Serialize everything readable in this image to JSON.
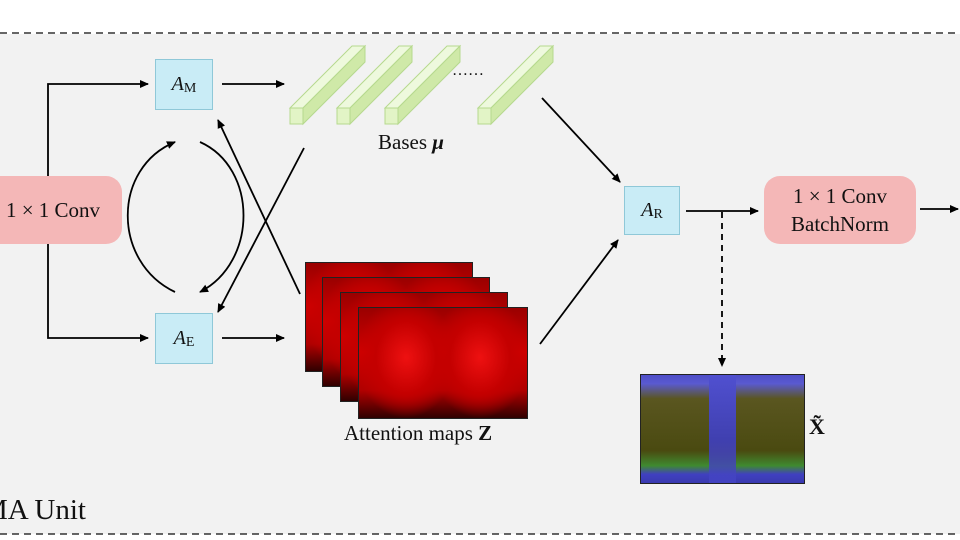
{
  "title": "MA Unit",
  "conv_in": "1  × 1 Conv",
  "a_m": {
    "letter": "A",
    "sub": "M"
  },
  "a_e": {
    "letter": "A",
    "sub": "E"
  },
  "a_r": {
    "letter": "A",
    "sub": "R"
  },
  "bases": {
    "label": "Bases",
    "symbol": "μ",
    "ellipsis": "……"
  },
  "attention": {
    "label": "Attention maps",
    "symbol": "Z"
  },
  "conv_out": {
    "line1": "1  × 1 Conv",
    "line2": "BatchNorm"
  },
  "output_symbol": "X̃",
  "colors": {
    "module_box": "#c9ecf6",
    "conv_pill": "#f4b7b7",
    "base_fill": "#d9f0b8",
    "heat": "#dd0000",
    "background": "#f2f2f2"
  }
}
